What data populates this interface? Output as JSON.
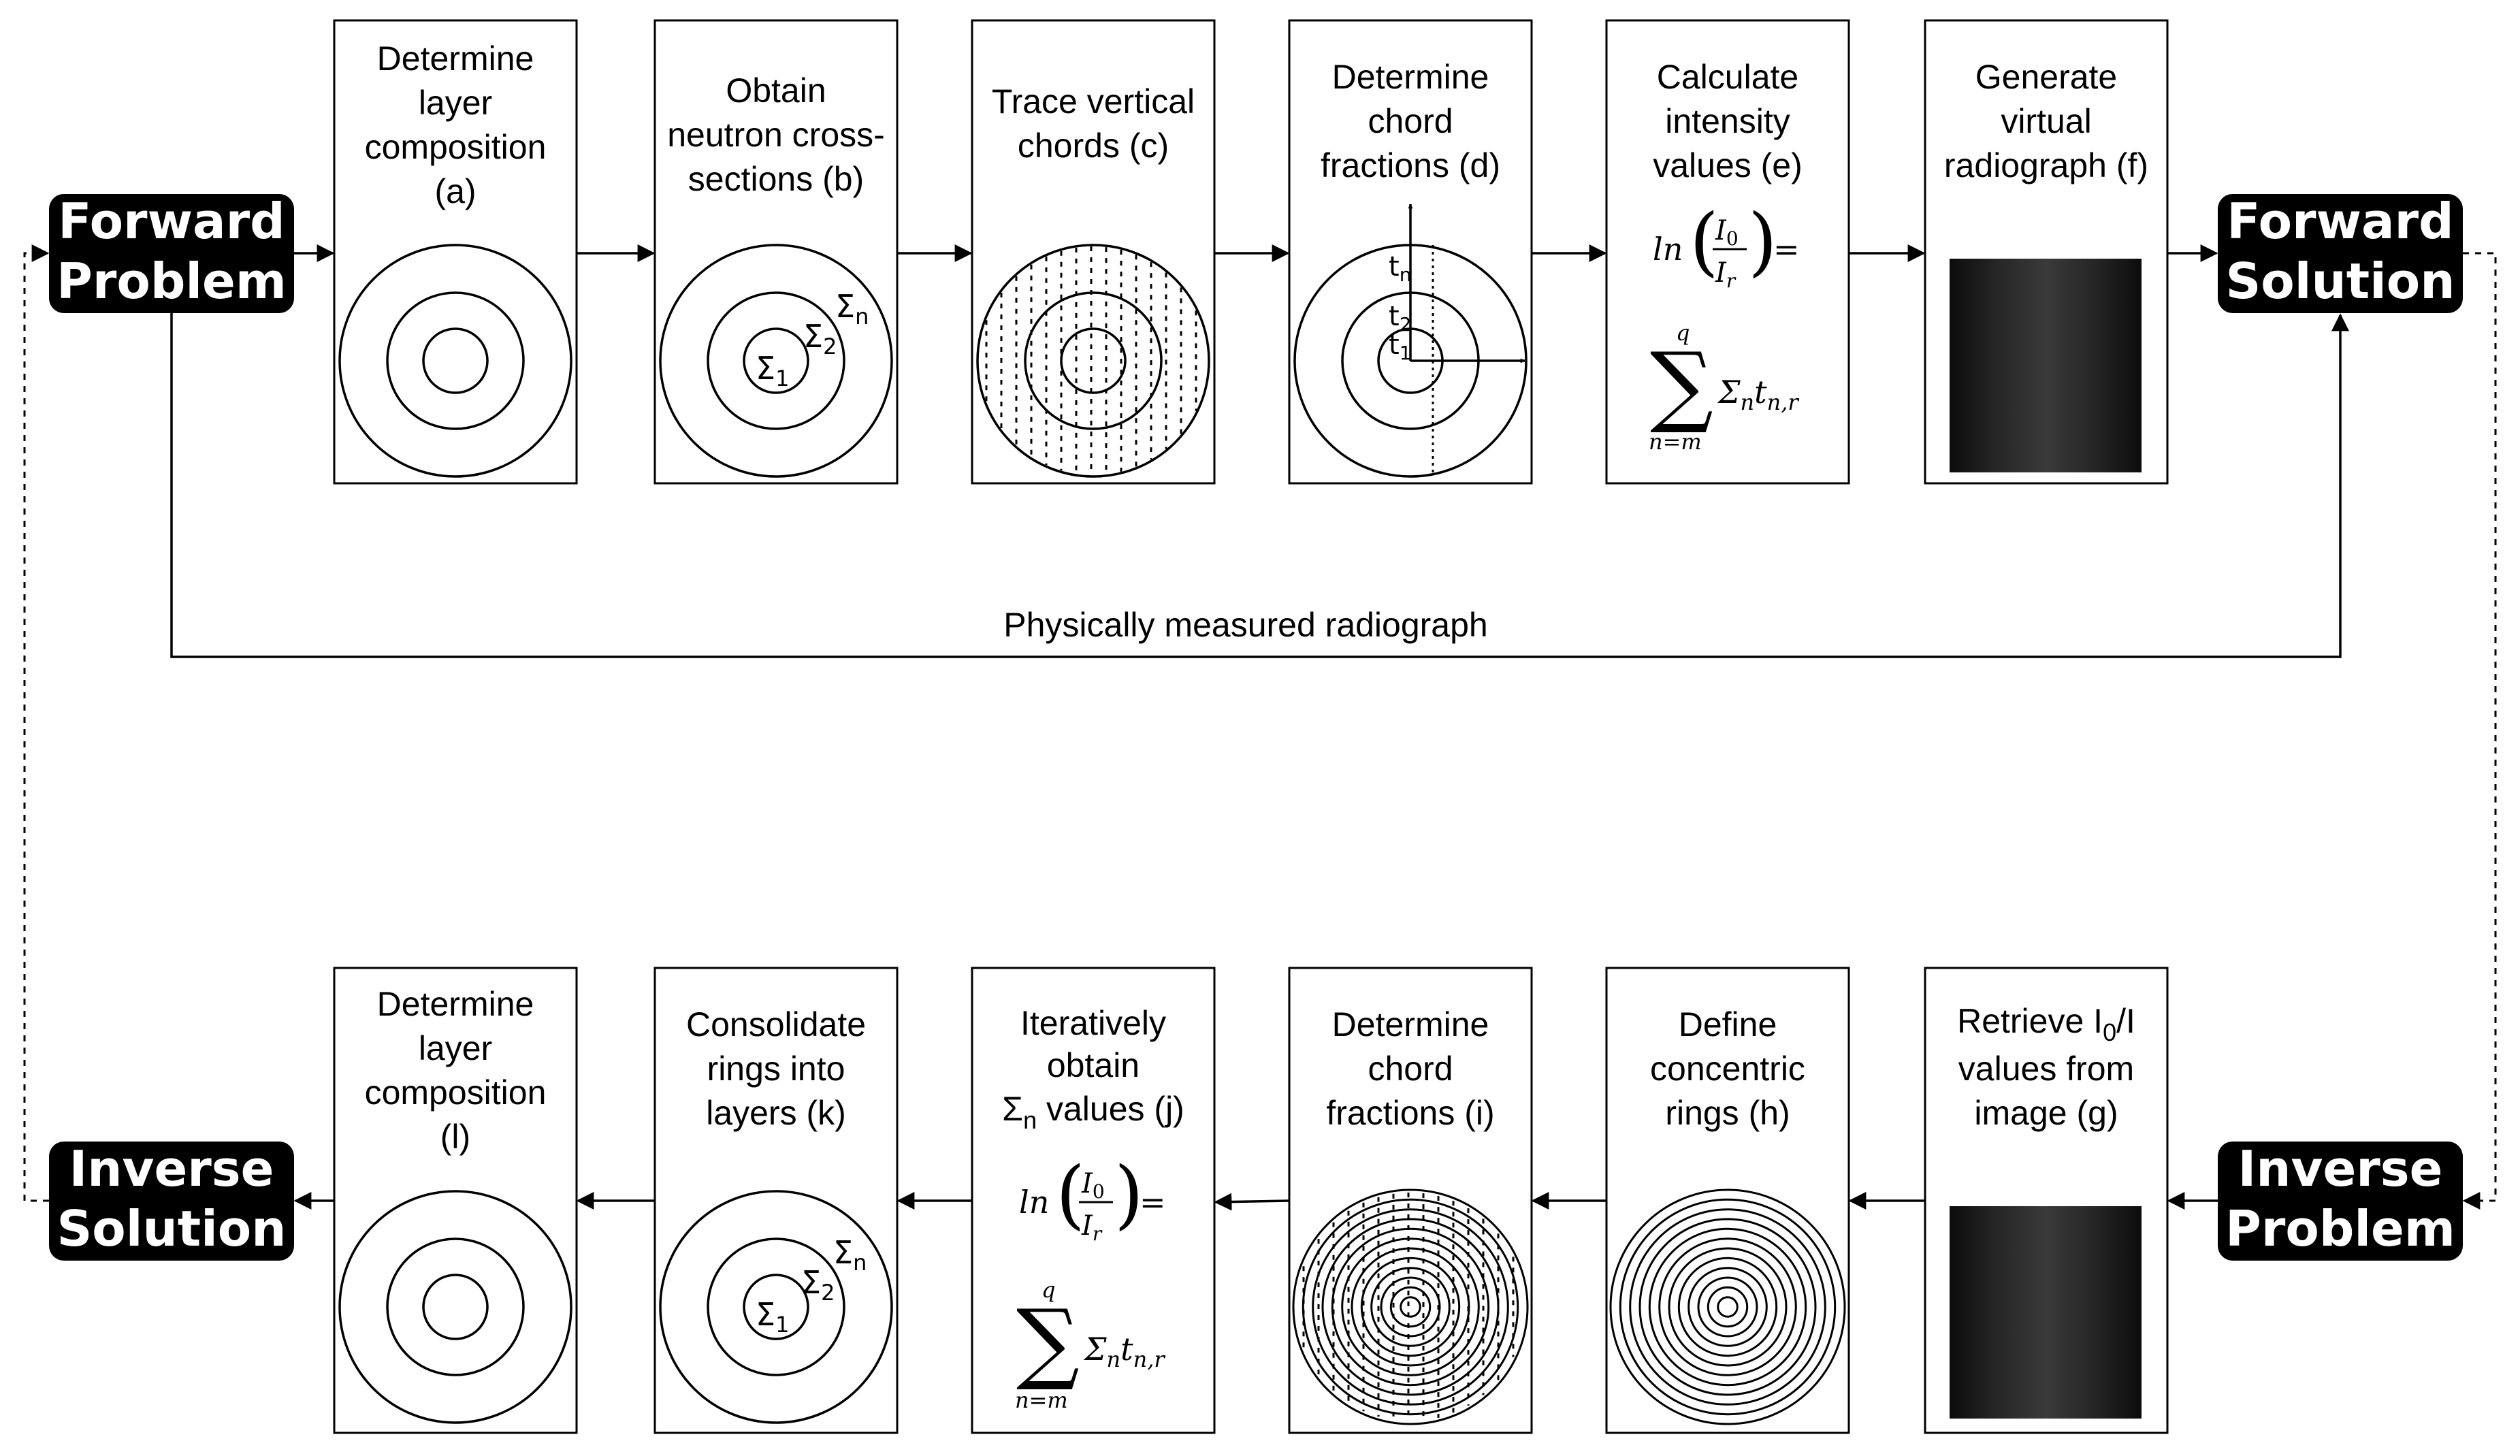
{
  "terminals": {
    "forward_problem": [
      "Forward",
      "Problem"
    ],
    "forward_solution": [
      "Forward",
      "Solution"
    ],
    "inverse_problem": [
      "Inverse",
      "Problem"
    ],
    "inverse_solution": [
      "Inverse",
      "Solution"
    ]
  },
  "top_steps": [
    {
      "id": "a",
      "lines": [
        "Determine",
        "layer",
        "composition",
        "(a)"
      ]
    },
    {
      "id": "b",
      "lines": [
        "Obtain",
        "neutron cross-",
        "sections (b)"
      ]
    },
    {
      "id": "c",
      "lines": [
        "Trace vertical",
        "chords (c)"
      ]
    },
    {
      "id": "d",
      "lines": [
        "Determine",
        "chord",
        "fractions (d)"
      ]
    },
    {
      "id": "e",
      "lines": [
        "Calculate",
        "intensity",
        "values (e)"
      ]
    },
    {
      "id": "f",
      "lines": [
        "Generate",
        "virtual",
        "radiograph (f)"
      ]
    }
  ],
  "bottom_steps": [
    {
      "id": "l",
      "lines": [
        "Determine",
        "layer",
        "composition",
        "(l)"
      ]
    },
    {
      "id": "k",
      "lines": [
        "Consolidate",
        "rings into",
        "layers (k)"
      ]
    },
    {
      "id": "j",
      "lines": [
        "Iteratively",
        "obtain",
        "Σn values (j)"
      ]
    },
    {
      "id": "i",
      "lines": [
        "Determine",
        "chord",
        "fractions (i)"
      ]
    },
    {
      "id": "h",
      "lines": [
        "Define",
        "concentric",
        "rings (h)"
      ]
    },
    {
      "id": "g",
      "lines": [
        "Retrieve I0/I",
        "values from",
        "image (g)"
      ]
    }
  ],
  "connector_label": "Physically measured radiograph",
  "sigma_labels": {
    "s1": "Σ",
    "s1_sub": "1",
    "s2": "Σ",
    "s2_sub": "2",
    "sn": "Σ",
    "sn_sub": "n"
  },
  "chord_labels": {
    "t1": "t",
    "t1_sub": "1",
    "t2": "t",
    "t2_sub": "2",
    "tn": "t",
    "tn_sub": "n"
  },
  "equation": {
    "ln": "ln",
    "numerator": "I",
    "numerator_sub": "0",
    "denominator": "I",
    "denominator_sub": "r",
    "equals": "=",
    "sum_top": "q",
    "sum_symbol": "∑",
    "sum_bottom": "n=m",
    "term": "Σ",
    "term_sub1": "n",
    "term_t": "t",
    "term_sub2": "n,r"
  }
}
